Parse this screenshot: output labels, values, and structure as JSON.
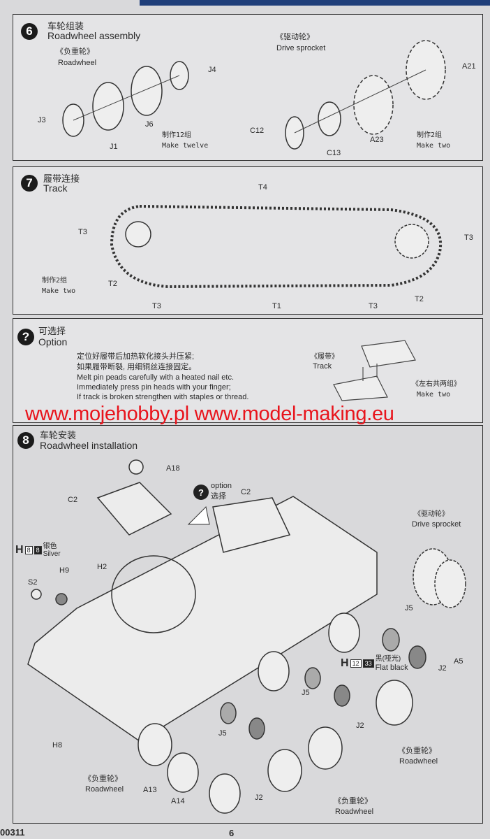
{
  "step6": {
    "number": "6",
    "title_zh": "车轮组装",
    "title_en": "Roadwheel assembly",
    "roadwheel_zh": "《负重轮》",
    "roadwheel_en": "Roadwheel",
    "sprocket_zh": "《驱动轮》",
    "sprocket_en": "Drive sprocket",
    "make12_zh": "制作12组",
    "make12_en": "Make twelve",
    "make2_zh": "制作2组",
    "make2_en": "Make two",
    "parts": [
      "J3",
      "J1",
      "J6",
      "J4",
      "C12",
      "C13",
      "A23",
      "A21"
    ]
  },
  "step7": {
    "number": "7",
    "title_zh": "履带连接",
    "title_en": "Track",
    "make2_zh": "制作2组",
    "make2_en": "Make two",
    "parts": [
      "T4",
      "T3",
      "T3",
      "T2",
      "T2",
      "T3",
      "T1",
      "T3"
    ]
  },
  "option": {
    "number": "?",
    "title_zh": "可选择",
    "title_en": "Option",
    "zh_lines": [
      "定位好履带后加热软化接头并压紧;",
      "如果履带断裂, 用细铜丝连接固定。"
    ],
    "en_lines": [
      "Melt pin peads carefully with a heated nail etc.",
      "Immediately press pin heads with your finger;",
      "If track is broken strengthen with staples or thread."
    ],
    "track_zh": "《履带》",
    "track_en": "Track",
    "make2_zh": "《左右共两组》",
    "make2_en": "Make two"
  },
  "watermark": "www.mojehobby.pl www.model-making.eu",
  "step8": {
    "number": "8",
    "title_zh": "车轮安装",
    "title_en": "Roadwheel installation",
    "option_en": "option",
    "option_zh": "选择",
    "sprocket_zh": "《驱动轮》",
    "sprocket_en": "Drive sprocket",
    "paint_silver": {
      "letter": "H",
      "code1": "8",
      "code2": "8",
      "zh": "银色",
      "en": "Silver"
    },
    "paint_black": {
      "letter": "H",
      "code1": "12",
      "code2": "33",
      "zh": "黑(哑光)",
      "en": "Flat black"
    },
    "roadwheel_zh": "《负重轮》",
    "roadwheel_en": "Roadwheel",
    "parts": [
      "A18",
      "C2",
      "C2",
      "H2",
      "H9",
      "S2",
      "J5",
      "A5",
      "J2",
      "J5",
      "J2",
      "J5",
      "H8",
      "A13",
      "A14",
      "J2"
    ]
  },
  "footer": {
    "code": "00311",
    "page": "6"
  }
}
